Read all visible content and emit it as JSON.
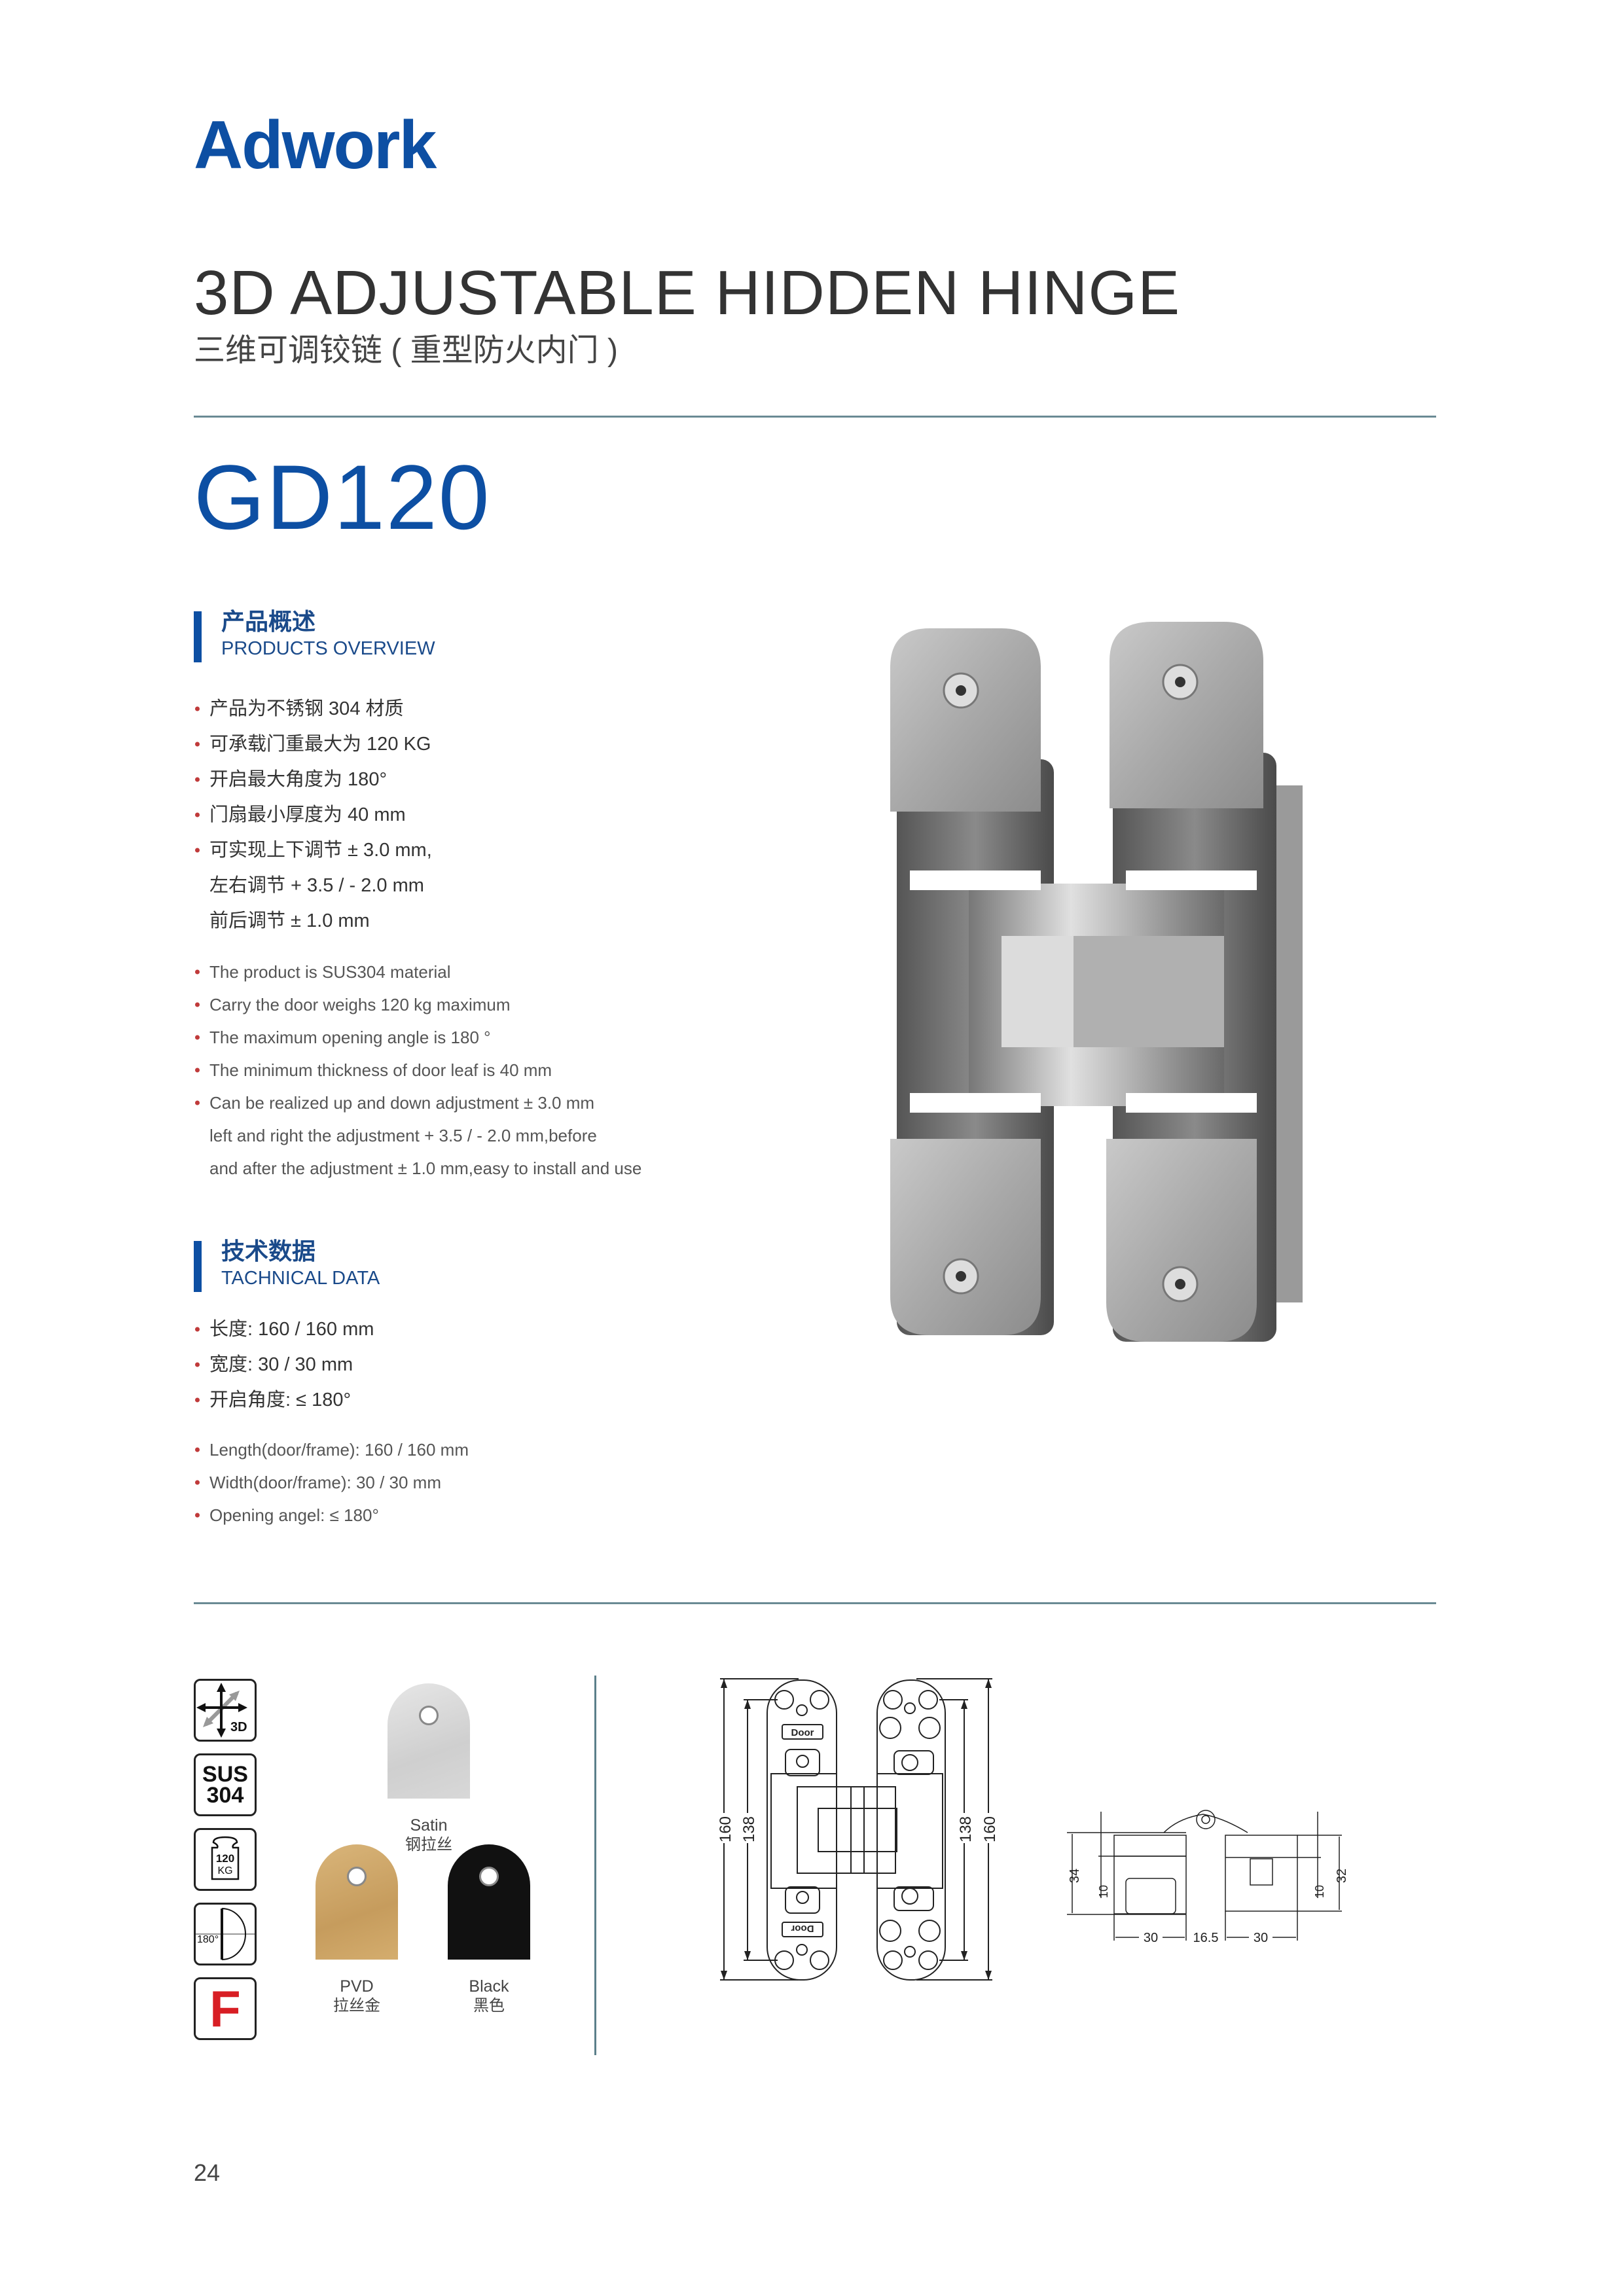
{
  "brand": {
    "logo_text": "Adwork",
    "color": "#0d4fa3"
  },
  "header": {
    "title_en": "3D ADJUSTABLE HIDDEN HINGE",
    "title_cn": "三维可调铰链 ( 重型防火内门 )",
    "model": "GD120"
  },
  "overview": {
    "heading_cn": "产品概述",
    "heading_en": "PRODUCTS OVERVIEW",
    "items_cn": [
      "产品为不锈钢 304 材质",
      "可承载门重最大为 120 KG",
      "开启最大角度为 180°",
      "门扇最小厚度为 40 mm",
      "可实现上下调节 ± 3.0 mm,",
      "左右调节 + 3.5 / - 2.0 mm",
      "前后调节 ± 1.0 mm"
    ],
    "items_en": [
      "The product is SUS304 material",
      "Carry the door weighs 120 kg maximum",
      "The maximum opening angle is 180 °",
      "The minimum thickness of door leaf is 40 mm",
      "Can be realized up and down adjustment ± 3.0 mm",
      "left and right the adjustment + 3.5 / - 2.0 mm,before",
      "and after the adjustment ± 1.0 mm,easy to install and use"
    ]
  },
  "technical": {
    "heading_cn": "技术数据",
    "heading_en": "TACHNICAL DATA",
    "items_cn": [
      "长度:  160 / 160 mm",
      "宽度:  30 / 30 mm",
      "开启角度:  ≤ 180°"
    ],
    "items_en": [
      "Length(door/frame):  160 / 160 mm",
      "Width(door/frame):  30 / 30 mm",
      "Opening angel:  ≤ 180°"
    ]
  },
  "feature_icons": [
    {
      "name": "3d-adjust-icon",
      "label": "3D"
    },
    {
      "name": "sus304-icon",
      "line1": "SUS",
      "line2": "304"
    },
    {
      "name": "weight-120kg-icon",
      "line1": "120",
      "line2": "KG"
    },
    {
      "name": "angle-180-icon",
      "label": "180°"
    },
    {
      "name": "fire-rated-icon",
      "label": "F",
      "color": "#d81e24"
    }
  ],
  "finishes": [
    {
      "name_en": "Satin",
      "name_cn": "钢拉丝",
      "color": "#d6d6d6"
    },
    {
      "name_en": "PVD",
      "name_cn": "拉丝金",
      "color": "#c9a063"
    },
    {
      "name_en": "Black",
      "name_cn": "黑色",
      "color": "#111111"
    }
  ],
  "drawings": {
    "front": {
      "dim_outer": "160",
      "dim_inner": "138",
      "plate_label": "Door"
    },
    "side": {
      "left_height": "34",
      "right_height": "32",
      "left_depth": "10",
      "right_depth": "10",
      "width_left": "30",
      "gap": "16.5",
      "width_right": "30"
    }
  },
  "footer": {
    "page_number": "24"
  }
}
